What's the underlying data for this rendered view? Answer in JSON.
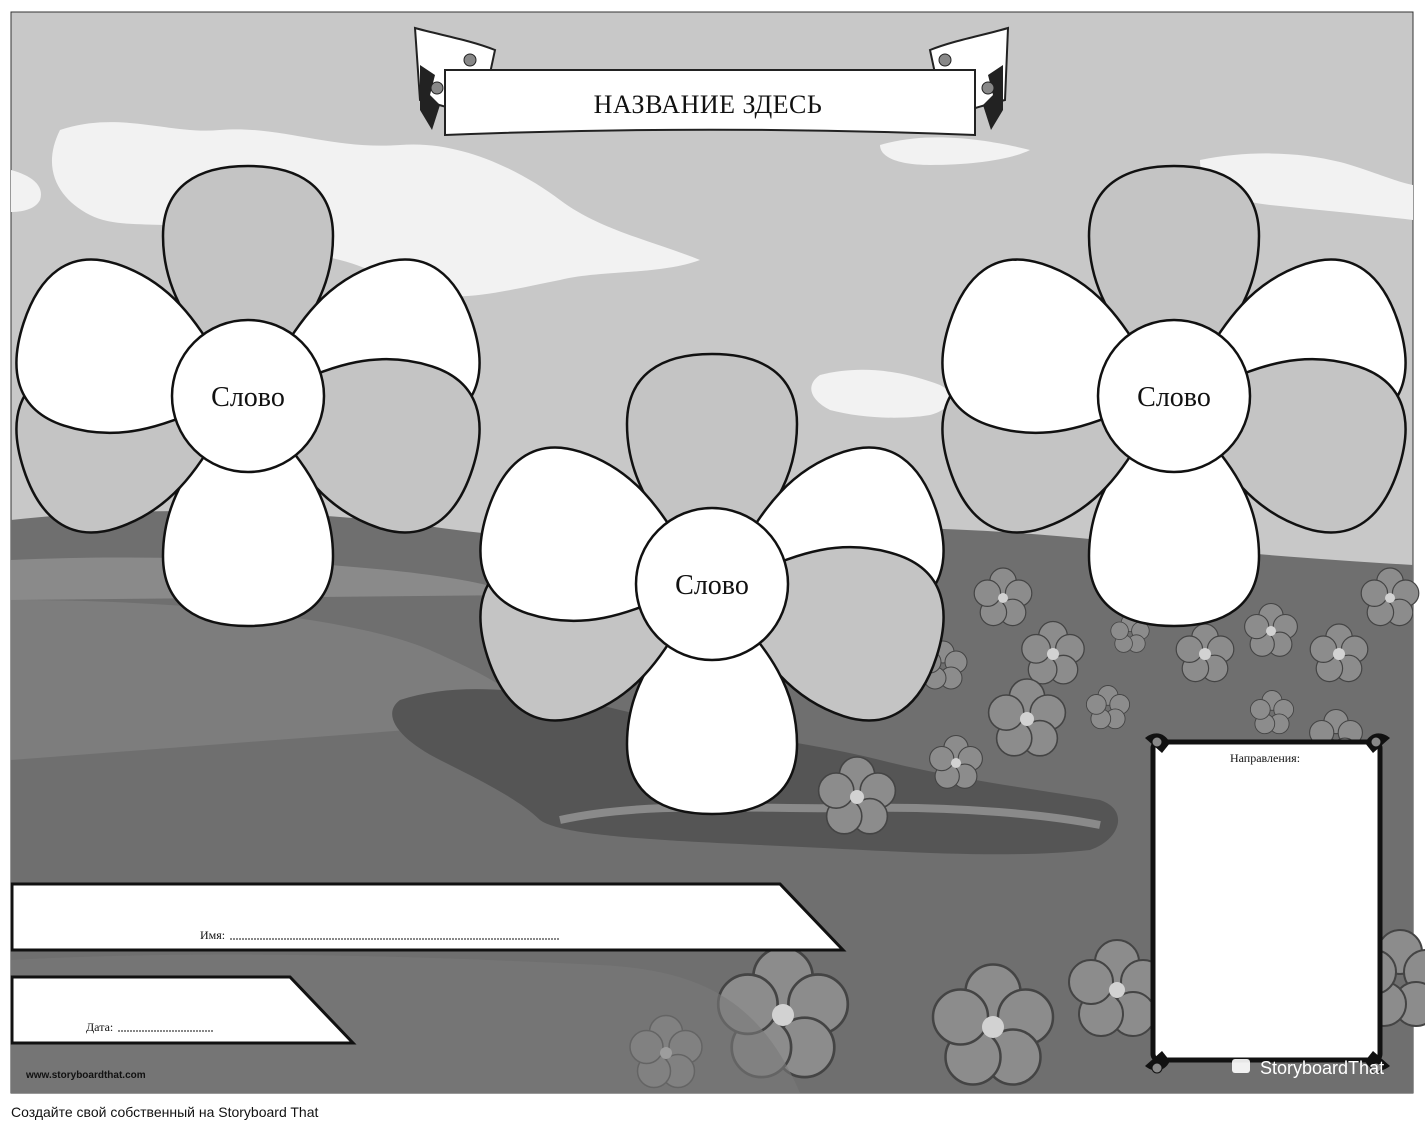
{
  "worksheet": {
    "title": "НАЗВАНИЕ ЗДЕСЬ",
    "flowers": [
      {
        "word": "Слово"
      },
      {
        "word": "Слово"
      },
      {
        "word": "Слово"
      }
    ],
    "name_label": "Имя:",
    "date_label": "Дата:",
    "directions_label": "Направления:",
    "site_url": "www.storyboardthat.com",
    "brand_logo_text": "StoryboardThat"
  },
  "footer": {
    "caption": "Создайте свой собственный на Storyboard That"
  },
  "colors": {
    "sky": "#c8c8c8",
    "ground": "#6f6f6f",
    "petal_light": "#ffffff",
    "petal_gray": "#c4c4c4"
  }
}
